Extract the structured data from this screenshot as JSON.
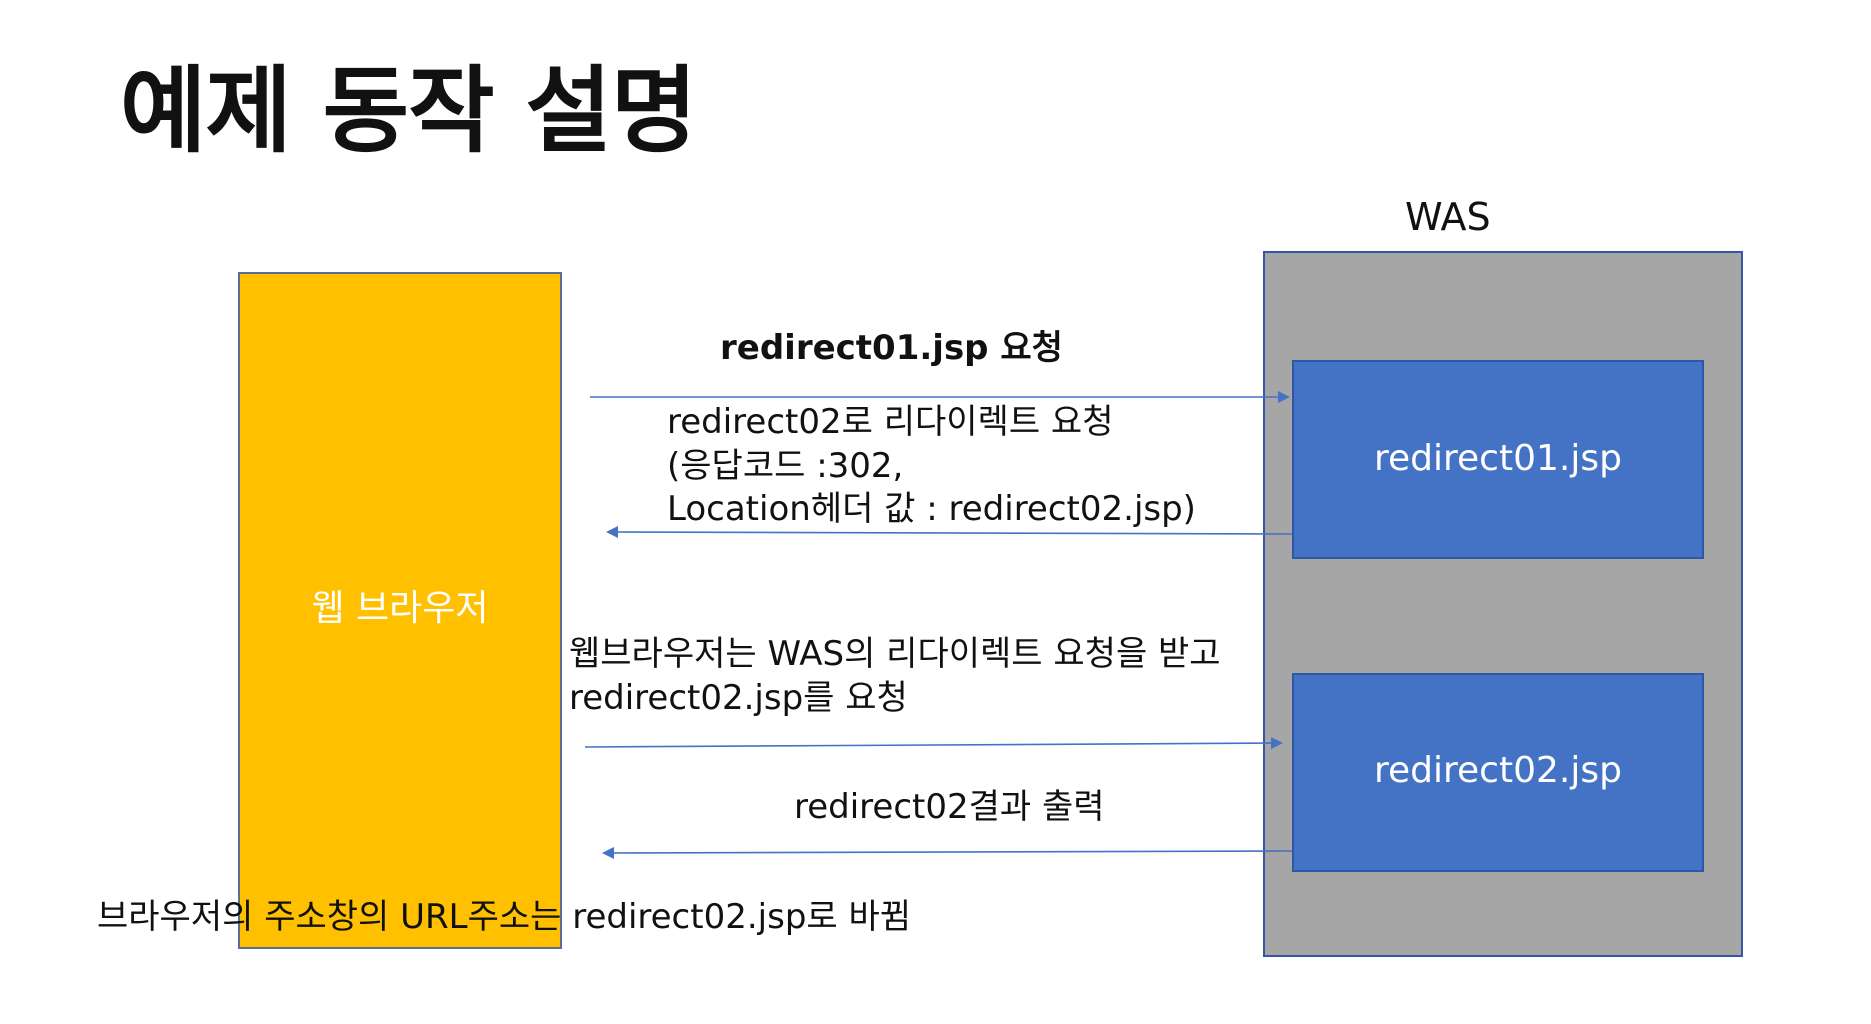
{
  "slide": {
    "title": "예제 동작 설명"
  },
  "nodes": {
    "browser": {
      "label": "웹 브라우저"
    },
    "was": {
      "label": "WAS",
      "jsp1": "redirect01.jsp",
      "jsp2": "redirect02.jsp"
    }
  },
  "messages": {
    "request1": "redirect01.jsp 요청",
    "redirect_lines": [
      "redirect02로 리다이렉트 요청",
      "(응답코드 :302,",
      "Location헤더 값 : redirect02.jsp)"
    ],
    "request2_lines": [
      "웹브라우저는 WAS의 리다이렉트 요청을 받고",
      "redirect02.jsp를 요청"
    ],
    "result": "redirect02결과 출력"
  },
  "note": "브라우저의 주소창의 URL주소는 redirect02.jsp로 바뀜",
  "colors": {
    "browser_fill": "#ffc000",
    "was_fill": "#a6a6a6",
    "jsp_fill": "#4472c4",
    "arrow": "#4472c4"
  }
}
